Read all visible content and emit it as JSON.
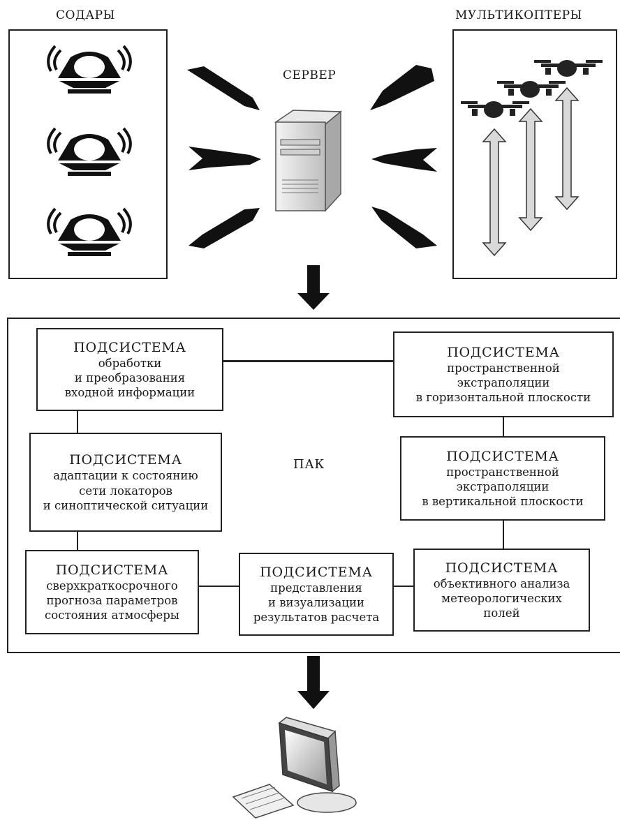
{
  "labels": {
    "sodars": "СОДАРЫ",
    "multicopters": "МУЛЬТИКОПТЕРЫ",
    "server": "СЕРВЕР",
    "pak": "ПАК"
  },
  "subsystems": [
    {
      "title": "ПОДСИСТЕМА",
      "lines": [
        "обработки",
        "и преобразования",
        "входной информации"
      ]
    },
    {
      "title": "ПОДСИСТЕМА",
      "lines": [
        "пространственной",
        "экстраполяции",
        "в горизонтальной плоскости"
      ]
    },
    {
      "title": "ПОДСИСТЕМА",
      "lines": [
        "адаптации к состоянию",
        "сети локаторов",
        "и синоптической ситуации"
      ]
    },
    {
      "title": "ПОДСИСТЕМА",
      "lines": [
        "пространственной",
        "экстраполяции",
        "в вертикальной плоскости"
      ]
    },
    {
      "title": "ПОДСИСТЕМА",
      "lines": [
        "сверхкраткосрочного",
        "прогноза параметров",
        "состояния атмосферы"
      ]
    },
    {
      "title": "ПОДСИСТЕМА",
      "lines": [
        "представления",
        "и визуализации",
        "результатов расчета"
      ]
    },
    {
      "title": "ПОДСИСТЕМА",
      "lines": [
        "объективного анализа",
        "метеорологических",
        "полей"
      ]
    }
  ],
  "icons": {
    "sodar": "sodar-icon",
    "drone": "drone-icon",
    "server": "server-icon",
    "computer": "computer-icon"
  }
}
